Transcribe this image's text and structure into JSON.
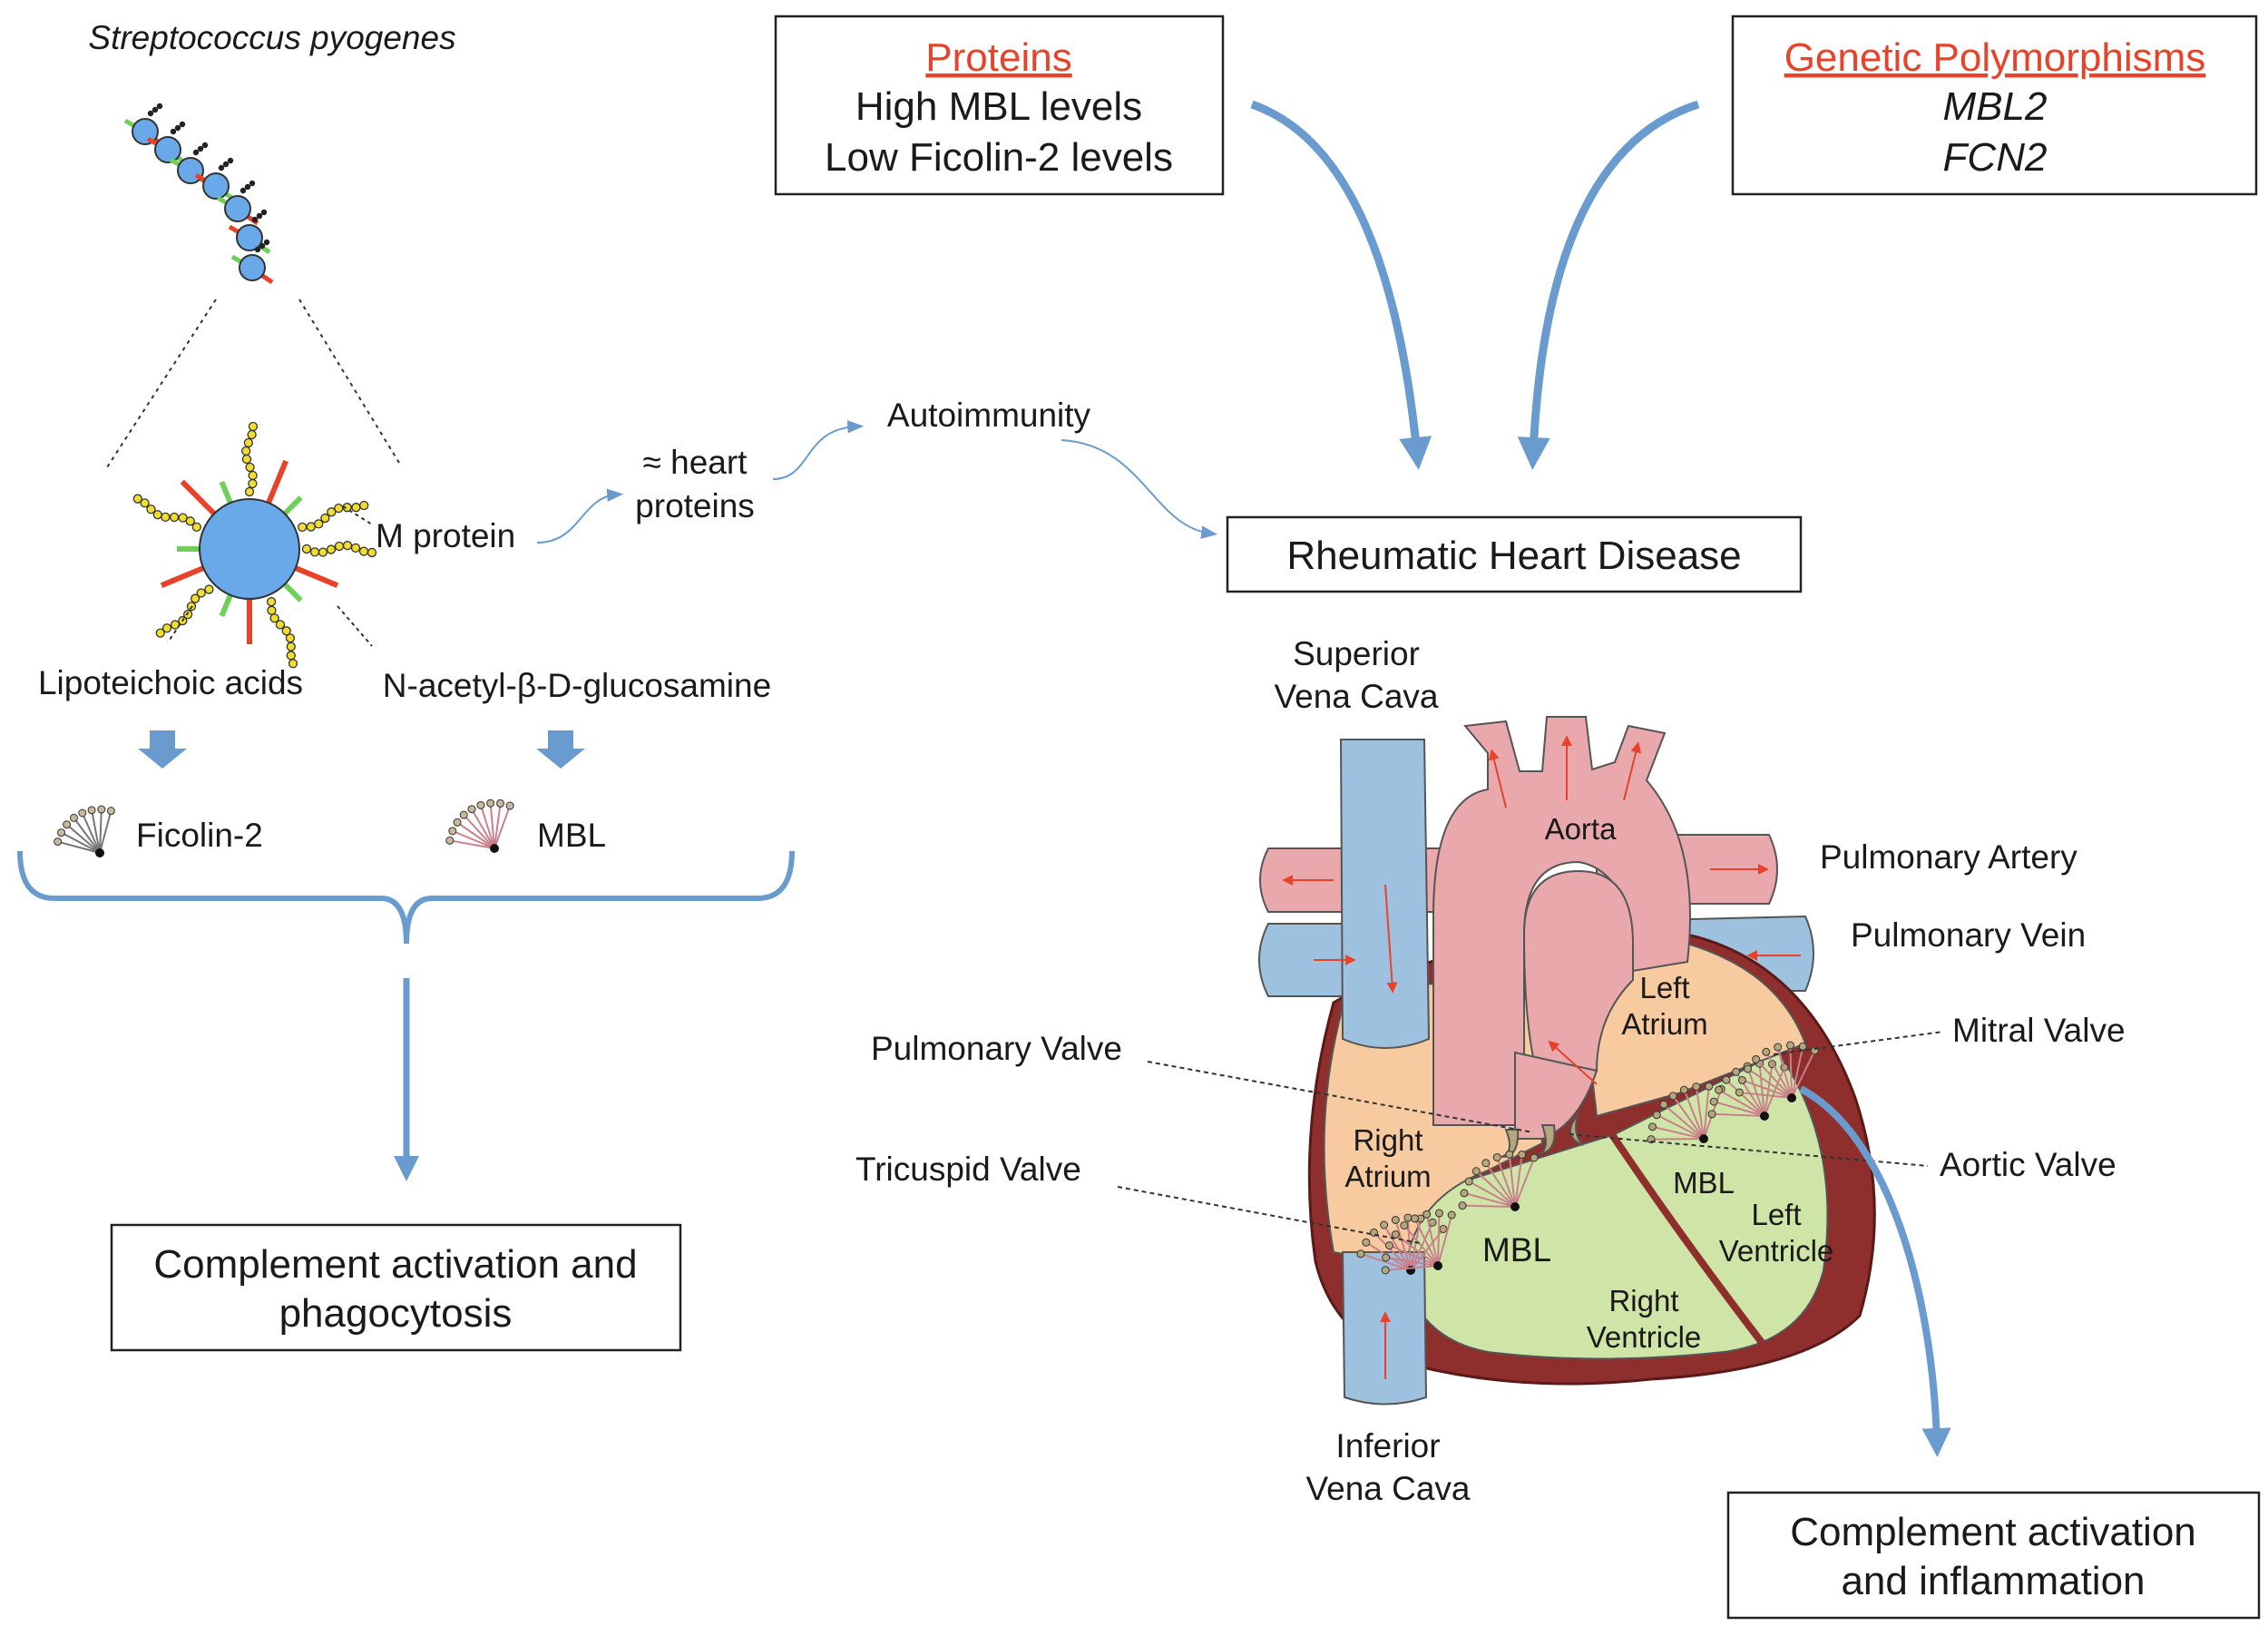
{
  "colors": {
    "arrow_blue": "#6a9bcf",
    "bright_red": "#e8432a",
    "vessel_blue": "#9ec1e0",
    "aorta_pink": "#e9a8ac",
    "atrium_orange": "#f7caa0",
    "ventricle_green": "#cfe4a7",
    "heart_wall": "#8e2f2d",
    "bacteria_blue": "#6aa9e9",
    "yellow_chain": "#f1dd2f"
  },
  "bacteria": {
    "title": "Streptococcus pyogenes",
    "m_protein": "M protein",
    "lipoteichoic": "Lipoteichoic acids",
    "nag": "N-acetyl-β-D-glucosamine",
    "ficolin": "Ficolin-2",
    "mbl": "MBL",
    "heart_proteins_1": "≈ heart",
    "heart_proteins_2": "proteins",
    "autoimmunity": "Autoimmunity"
  },
  "boxes": {
    "complement_left_1": "Complement activation and",
    "complement_left_2": "phagocytosis",
    "proteins_title": "Proteins",
    "proteins_line1": "High MBL levels",
    "proteins_line2": "Low Ficolin-2 levels",
    "genetic_title": "Genetic Polymorphisms",
    "genetic_line1": "MBL2",
    "genetic_line2": "FCN2",
    "rhd": "Rheumatic Heart Disease",
    "complement_right_1": "Complement activation",
    "complement_right_2": "and inflammation"
  },
  "heart": {
    "svc_1": "Superior",
    "svc_2": "Vena Cava",
    "aorta": "Aorta",
    "pulm_artery": "Pulmonary Artery",
    "pulm_vein": "Pulmonary Vein",
    "left_atrium_1": "Left",
    "left_atrium_2": "Atrium",
    "mitral": "Mitral Valve",
    "pulm_valve": "Pulmonary Valve",
    "right_atrium_1": "Right",
    "right_atrium_2": "Atrium",
    "aortic_valve": "Aortic Valve",
    "tricuspid": "Tricuspid Valve",
    "mbl_1": "MBL",
    "mbl_2": "MBL",
    "left_ventricle_1": "Left",
    "left_ventricle_2": "Ventricle",
    "right_ventricle_1": "Right",
    "right_ventricle_2": "Ventricle",
    "ivc_1": "Inferior",
    "ivc_2": "Vena Cava"
  }
}
